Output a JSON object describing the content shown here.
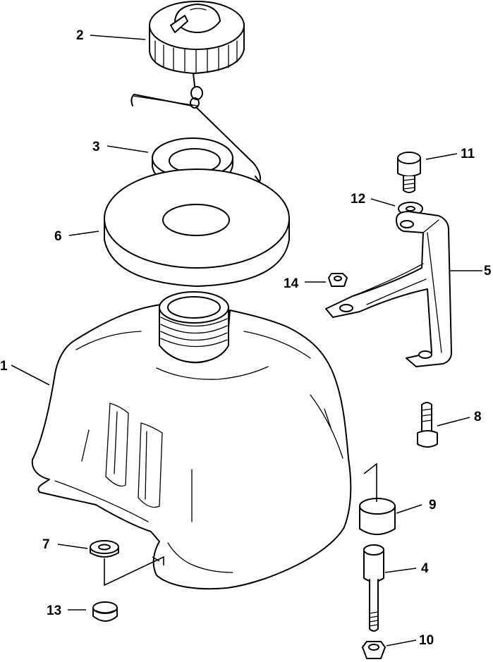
{
  "callouts": [
    {
      "id": "2",
      "label": "2"
    },
    {
      "id": "3",
      "label": "3"
    },
    {
      "id": "6",
      "label": "6"
    },
    {
      "id": "1",
      "label": "1"
    },
    {
      "id": "11",
      "label": "11"
    },
    {
      "id": "12",
      "label": "12"
    },
    {
      "id": "5",
      "label": "5"
    },
    {
      "id": "14",
      "label": "14"
    },
    {
      "id": "8",
      "label": "8"
    },
    {
      "id": "9",
      "label": "9"
    },
    {
      "id": "7",
      "label": "7"
    },
    {
      "id": "4",
      "label": "4"
    },
    {
      "id": "13",
      "label": "13"
    },
    {
      "id": "10",
      "label": "10"
    }
  ],
  "parts": [
    {
      "ref": "1",
      "icon": "fuel-tank-icon"
    },
    {
      "ref": "2",
      "icon": "fuel-cap-icon"
    },
    {
      "ref": "3",
      "icon": "gasket-ring-icon"
    },
    {
      "ref": "4",
      "icon": "stud-icon"
    },
    {
      "ref": "5",
      "icon": "bracket-icon"
    },
    {
      "ref": "6",
      "icon": "seal-disc-icon"
    },
    {
      "ref": "7",
      "icon": "washer-icon"
    },
    {
      "ref": "8",
      "icon": "bolt-icon"
    },
    {
      "ref": "9",
      "icon": "rubber-mount-icon"
    },
    {
      "ref": "10",
      "icon": "nut-icon"
    },
    {
      "ref": "11",
      "icon": "bolt-icon"
    },
    {
      "ref": "12",
      "icon": "washer-icon"
    },
    {
      "ref": "13",
      "icon": "grommet-icon"
    },
    {
      "ref": "14",
      "icon": "nut-icon"
    }
  ],
  "colors": {
    "ink": "#000000",
    "paper": "#ffffff"
  }
}
